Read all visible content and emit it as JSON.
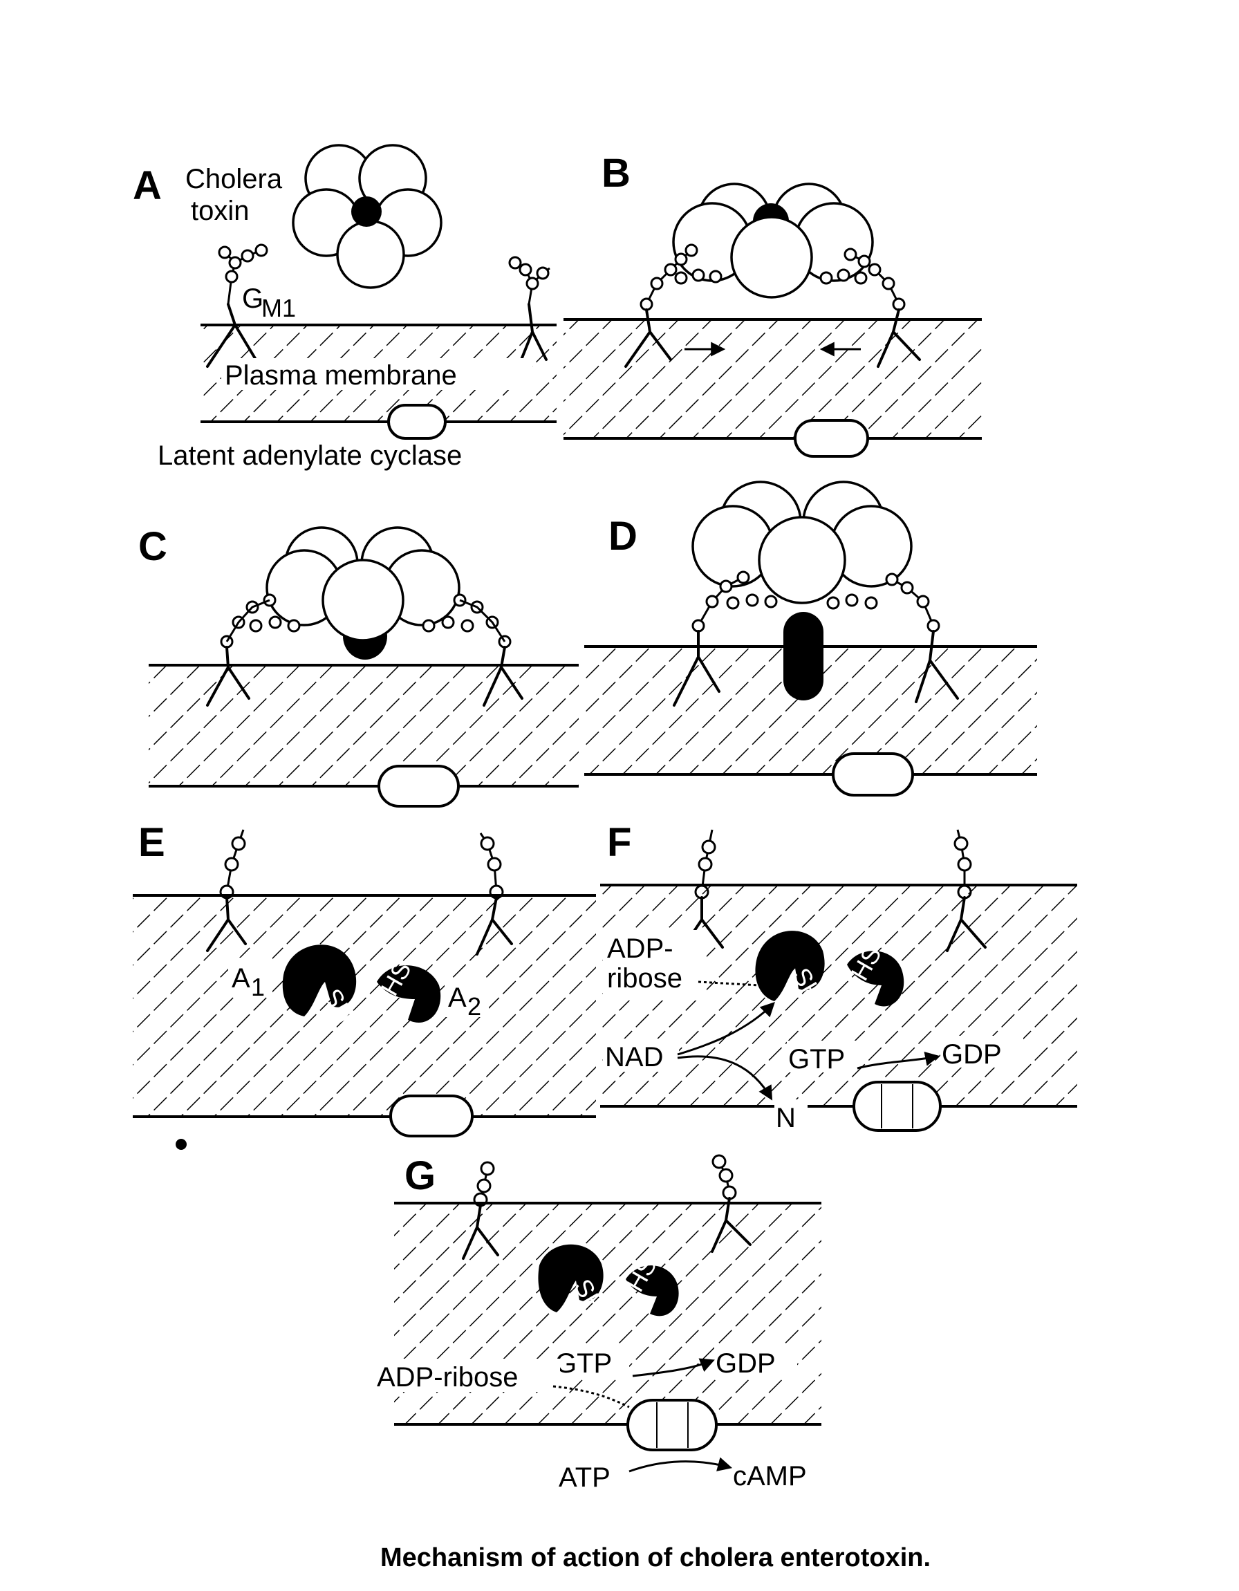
{
  "panels": {
    "A": {
      "letter": "A",
      "toxin_label_line1": "Cholera",
      "toxin_label_line2": "toxin",
      "gm1_label": "G",
      "gm1_sub": "M1",
      "membrane_label": "Plasma membrane",
      "cyclase_label": "Latent adenylate cyclase"
    },
    "B": {
      "letter": "B"
    },
    "C": {
      "letter": "C"
    },
    "D": {
      "letter": "D"
    },
    "E": {
      "letter": "E",
      "a1_label": "A",
      "a1_sub": "1",
      "a2_label": "A",
      "a2_sub": "2",
      "sh_label": "SH",
      "hs_label": "HS"
    },
    "F": {
      "letter": "F",
      "adp_line1": "ADP-",
      "adp_line2": "ribose",
      "nad_label": "NAD",
      "gtp_label": "GTP",
      "gdp_label": "GDP",
      "n_label": "N",
      "sh_label": "SH",
      "hs_label": "HS"
    },
    "G": {
      "letter": "G",
      "adp_label": "ADP-ribose",
      "gtp_label": "GTP",
      "gdp_label": "GDP",
      "atp_label": "ATP",
      "camp_label": "cAMP",
      "sh_label": "SH",
      "hs_label": "HS"
    }
  },
  "caption": "Mechanism of action of cholera enterotoxin.",
  "colors": {
    "ink": "#000000",
    "paper": "#ffffff"
  }
}
